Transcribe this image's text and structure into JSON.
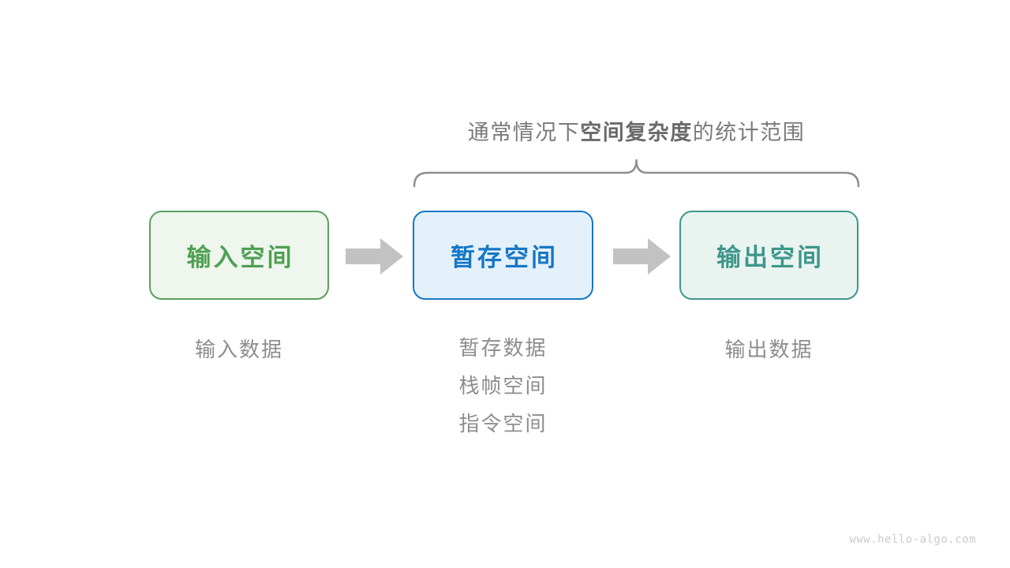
{
  "colors": {
    "background": "#ffffff",
    "title_text": "#7a7a7a",
    "title_bold": "#6a6a6a",
    "brace": "#8f8f8f",
    "arrow": "#c2c2c2",
    "label_text": "#8d8d8d",
    "watermark": "#cbcbcb",
    "input_border": "#5aa15c",
    "input_fill": "#eef6ed",
    "input_text": "#4fa053",
    "temp_border": "#1677c6",
    "temp_fill": "#e4f1fb",
    "temp_text": "#1677c6",
    "output_border": "#3e968a",
    "output_fill": "#e9f4f0",
    "output_text": "#3e968a"
  },
  "title": {
    "prefix": "通常情况下",
    "bold": "空间复杂度",
    "suffix": "的统计范围"
  },
  "boxes": [
    {
      "label": "输入空间"
    },
    {
      "label": "暂存空间"
    },
    {
      "label": "输出空间"
    }
  ],
  "annotations": {
    "input": "输入数据",
    "temp_1": "暂存数据",
    "temp_2": "栈帧空间",
    "temp_3": "指令空间",
    "output": "输出数据"
  },
  "watermark": "www.hello-algo.com"
}
